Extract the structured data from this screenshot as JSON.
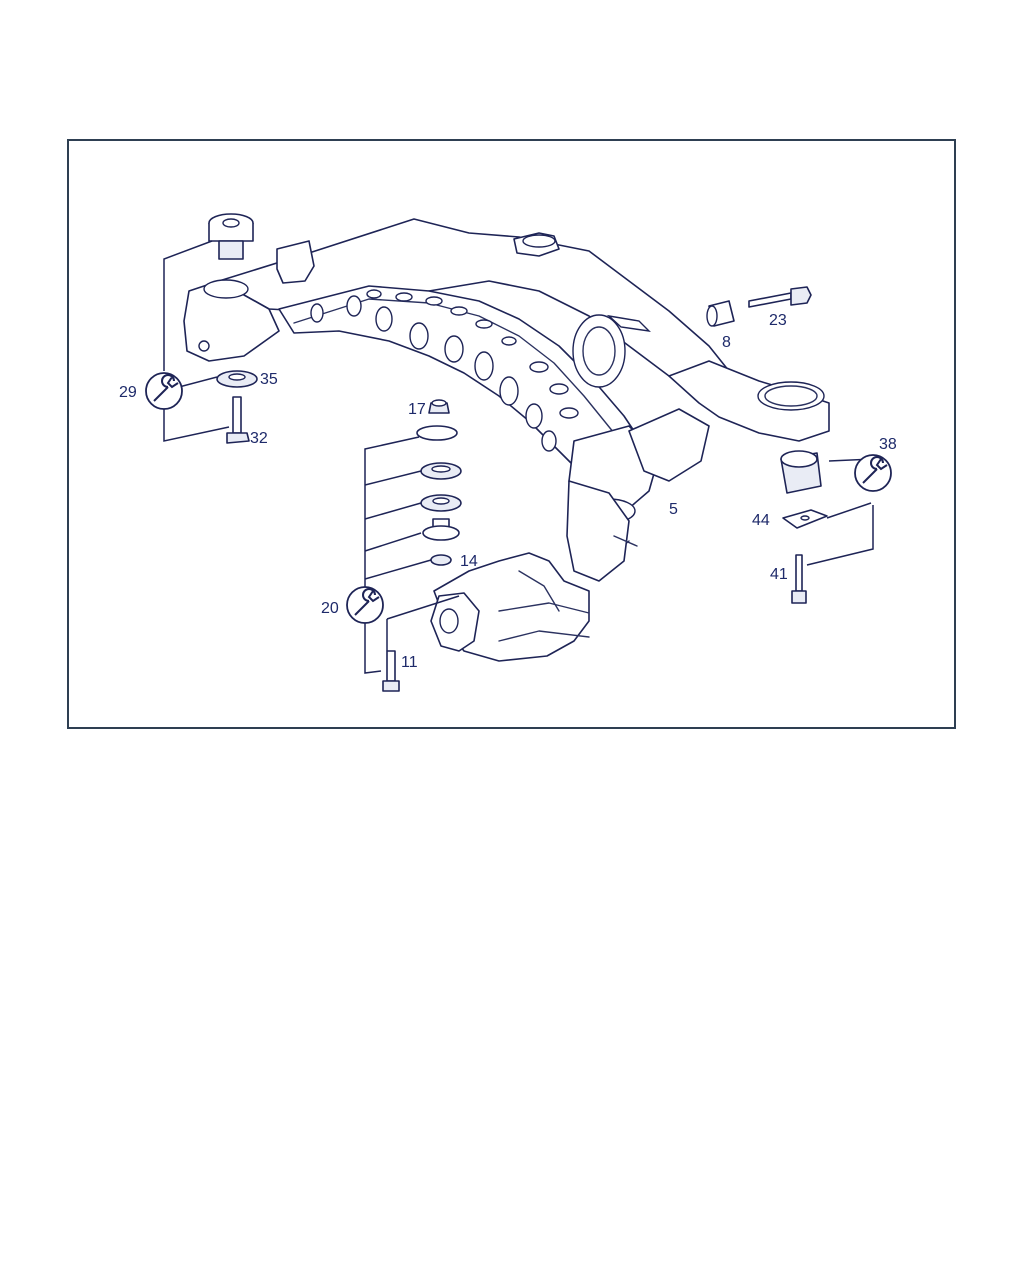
{
  "diagram": {
    "callouts": [
      {
        "id": "c23",
        "label": "23"
      },
      {
        "id": "c8",
        "label": "8"
      },
      {
        "id": "c29",
        "label": "29"
      },
      {
        "id": "c35",
        "label": "35"
      },
      {
        "id": "c32",
        "label": "32"
      },
      {
        "id": "c17",
        "label": "17"
      },
      {
        "id": "c38",
        "label": "38"
      },
      {
        "id": "c5",
        "label": "5"
      },
      {
        "id": "c44",
        "label": "44"
      },
      {
        "id": "c14",
        "label": "14"
      },
      {
        "id": "c41",
        "label": "41"
      },
      {
        "id": "c20",
        "label": "20"
      },
      {
        "id": "c11",
        "label": "11"
      }
    ],
    "icons": {
      "torque_wrench": "wrench-icon"
    },
    "colors": {
      "line": "#1e2456",
      "frame": "#2e3f52",
      "label": "#1e2a6a"
    }
  }
}
